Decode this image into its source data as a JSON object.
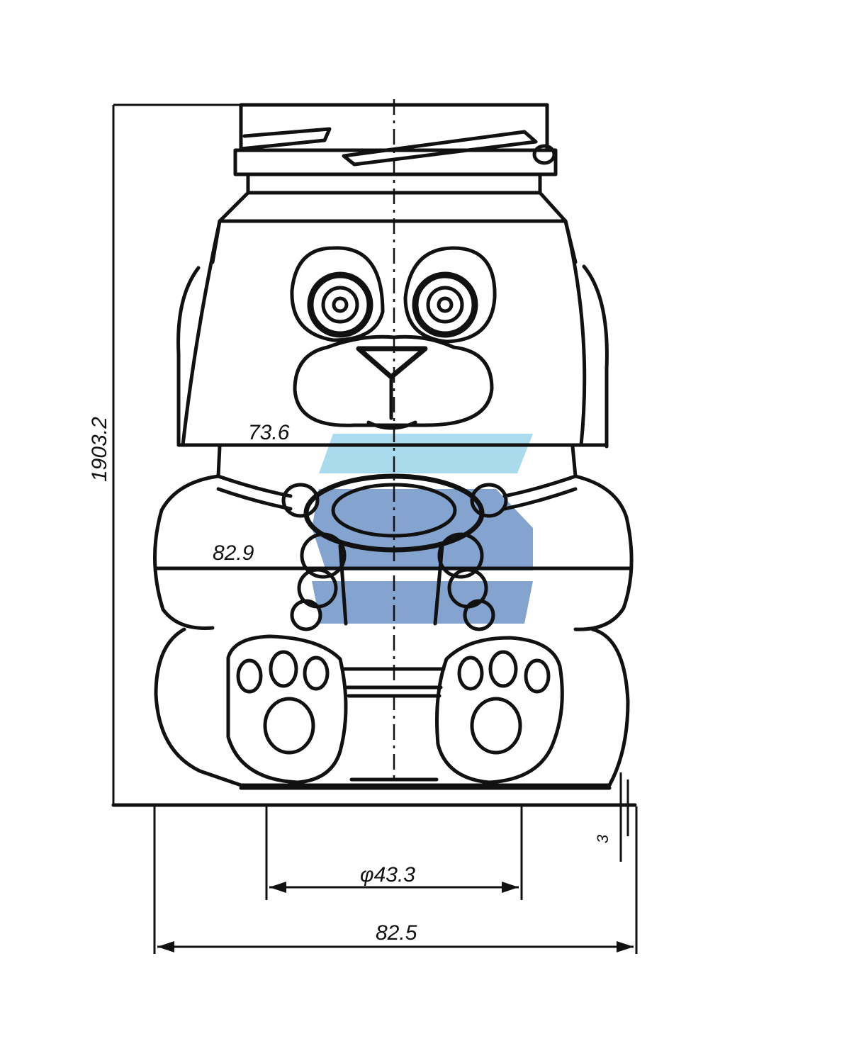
{
  "drawing": {
    "type": "technical-drawing",
    "subject": "bear-shaped jar",
    "dimensions": {
      "height": "1903.2",
      "shoulder_width": "73.6",
      "belly_width": "82.9",
      "base_diameter": "φ43.3",
      "overall_width": "82.5",
      "base_offset": "3"
    },
    "watermark": {
      "logo": "S",
      "colors": [
        "#8ecfe8",
        "#5b86bf"
      ]
    },
    "line_color": "#111111"
  }
}
